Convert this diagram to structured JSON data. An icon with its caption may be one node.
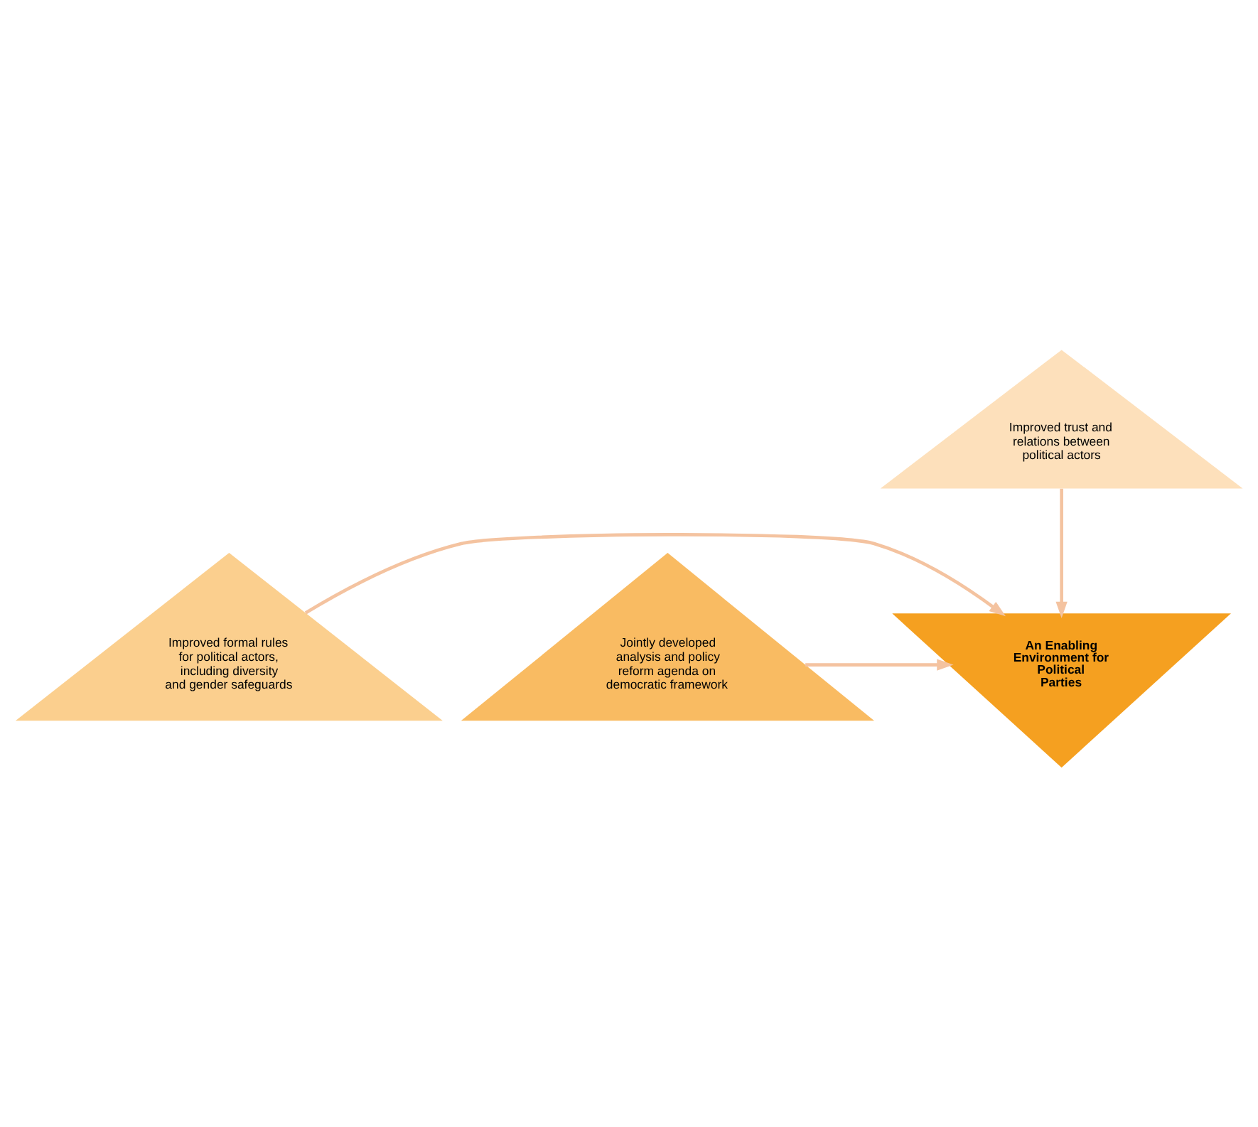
{
  "diagram": {
    "nodes": [
      {
        "text": [
          "Improved trust and relations between political actors"
        ]
      },
      {
        "text": [
          "An Enabling Environment for Political Parties"
        ]
      },
      {
        "text": [
          "Improved formal rules for political actors, including diversity and gender safeguards"
        ]
      },
      {
        "text": [
          "Jointly developed analysis and policy reform agenda on democratic framework"
        ]
      }
    ],
    "edges": [
      {
        "from": 0,
        "to": 1,
        "arrow": "to"
      },
      {
        "from": 2,
        "to": 1,
        "arrow": "to"
      },
      {
        "from": 3,
        "to": 1,
        "arrow": "to"
      }
    ]
  }
}
